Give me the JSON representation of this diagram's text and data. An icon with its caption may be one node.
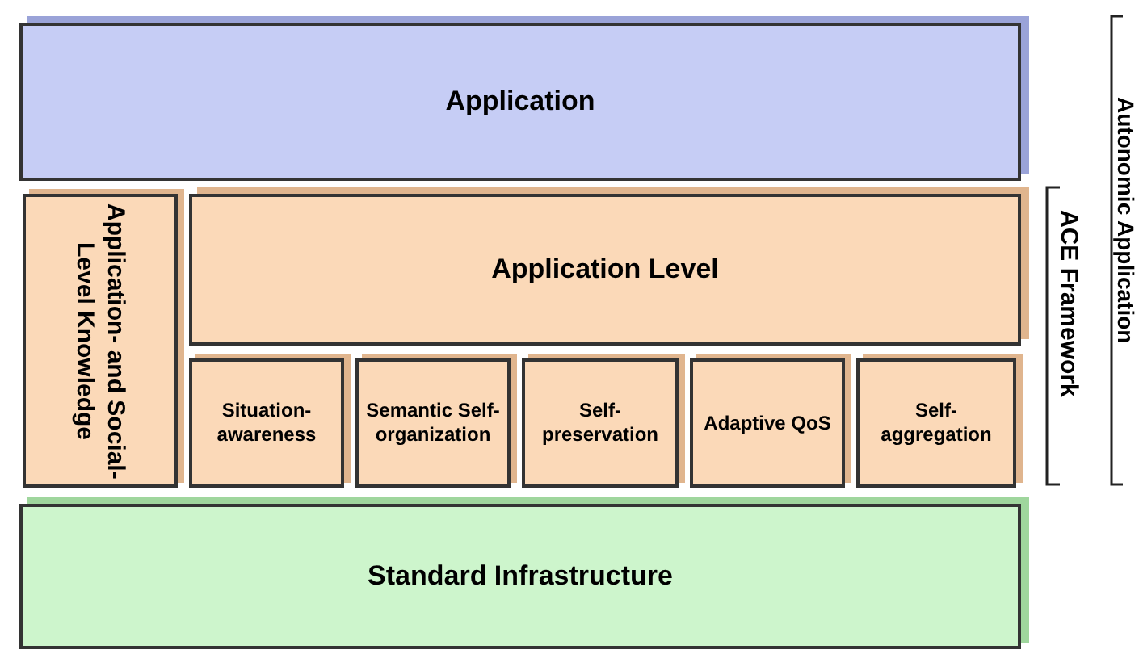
{
  "diagram": {
    "nodes": [
      {
        "text": [
          "Application"
        ]
      },
      {
        "text": [
          "Application- and Social-Level Knowledge"
        ]
      },
      {
        "text": [
          "Application Level"
        ]
      },
      {
        "text": [
          "Situation- awareness"
        ]
      },
      {
        "text": [
          "Semantic Self- organization"
        ]
      },
      {
        "text": [
          "Self- preservation"
        ]
      },
      {
        "text": [
          "Adaptive QoS"
        ]
      },
      {
        "text": [
          "Self- aggregation"
        ]
      },
      {
        "text": [
          "Standard Infrastructure"
        ]
      }
    ],
    "labels": [
      "ACE Framework",
      "Autonomic Application"
    ]
  }
}
